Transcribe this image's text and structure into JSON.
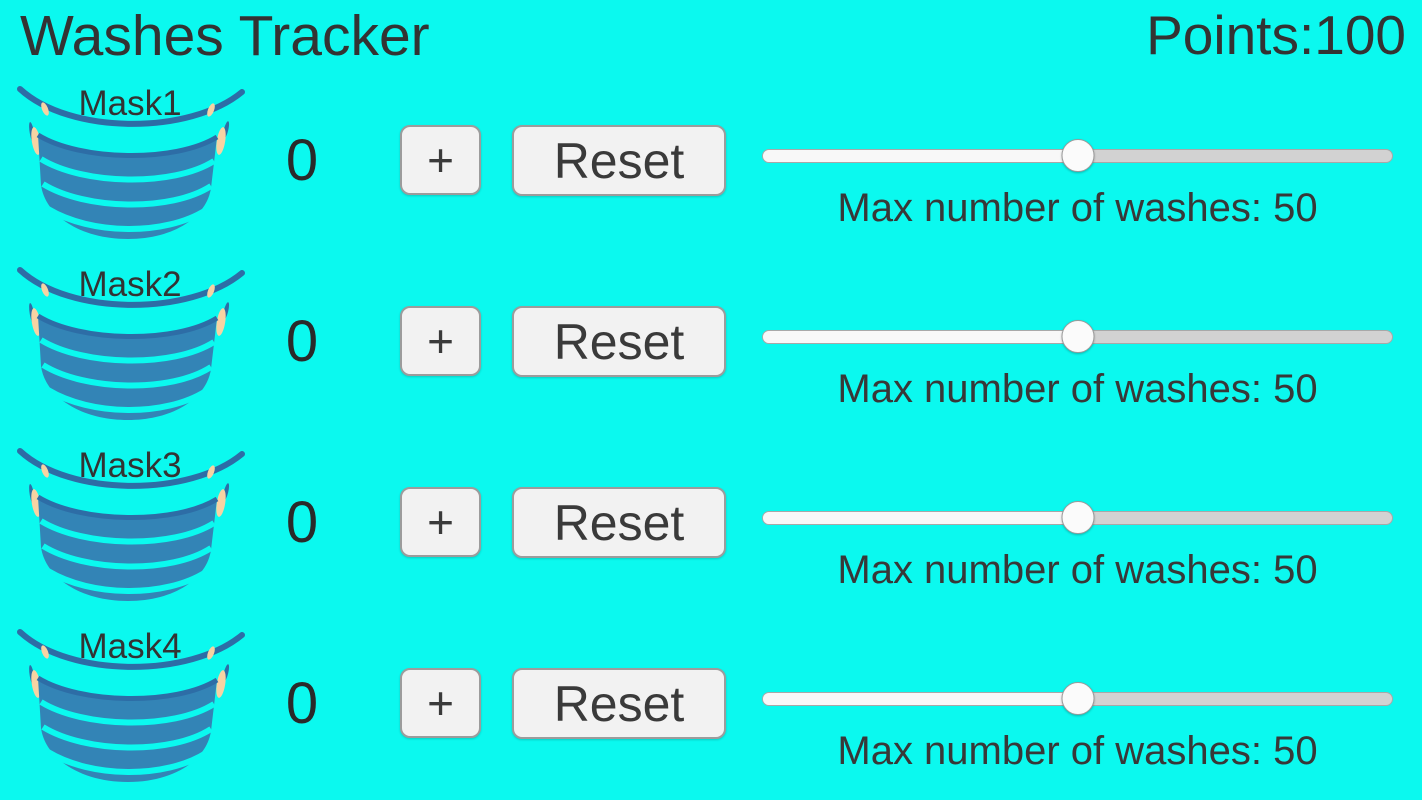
{
  "header": {
    "title": "Washes Tracker",
    "points_label": "Points:",
    "points_value": "100"
  },
  "colors": {
    "background": "#0BF9EF",
    "text": "#333333",
    "mask_body": "#3384B6",
    "mask_strap": "#2D6DA6",
    "mask_ear": "#F7D3A3",
    "button_bg": "#F2F2F2",
    "button_border": "#9C9C9C",
    "slider_fill": "#F8F8F8",
    "slider_track": "#D2D2D2",
    "slider_border": "#A8A8A8",
    "thumb": "#FBFBFB"
  },
  "masks": [
    {
      "name": "Mask1",
      "count": "0",
      "increment_label": "+",
      "reset_label": "Reset",
      "slider_percent": 50,
      "slider_max": 100,
      "max_washes_label": "Max number of washes: 50"
    },
    {
      "name": "Mask2",
      "count": "0",
      "increment_label": "+",
      "reset_label": "Reset",
      "slider_percent": 50,
      "slider_max": 100,
      "max_washes_label": "Max number of washes: 50"
    },
    {
      "name": "Mask3",
      "count": "0",
      "increment_label": "+",
      "reset_label": "Reset",
      "slider_percent": 50,
      "slider_max": 100,
      "max_washes_label": "Max number of washes: 50"
    },
    {
      "name": "Mask4",
      "count": "0",
      "increment_label": "+",
      "reset_label": "Reset",
      "slider_percent": 50,
      "slider_max": 100,
      "max_washes_label": "Max number of washes: 50"
    }
  ]
}
